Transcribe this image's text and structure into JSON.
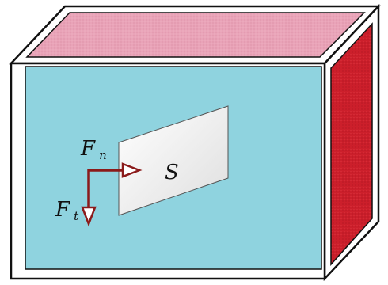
{
  "labels": {
    "surface": "S",
    "normal_force_main": "F",
    "normal_force_sub": "n",
    "tangential_force_main": "F",
    "tangential_force_sub": "t"
  },
  "colors": {
    "front_face": "#8fd3df",
    "top_face": "#e9a3b8",
    "side_face": "#cc1f2b",
    "outline": "#111111",
    "frame": "#ffffff",
    "surface_patch": "#f2f2f2",
    "arrow": "#8b1a1a"
  }
}
